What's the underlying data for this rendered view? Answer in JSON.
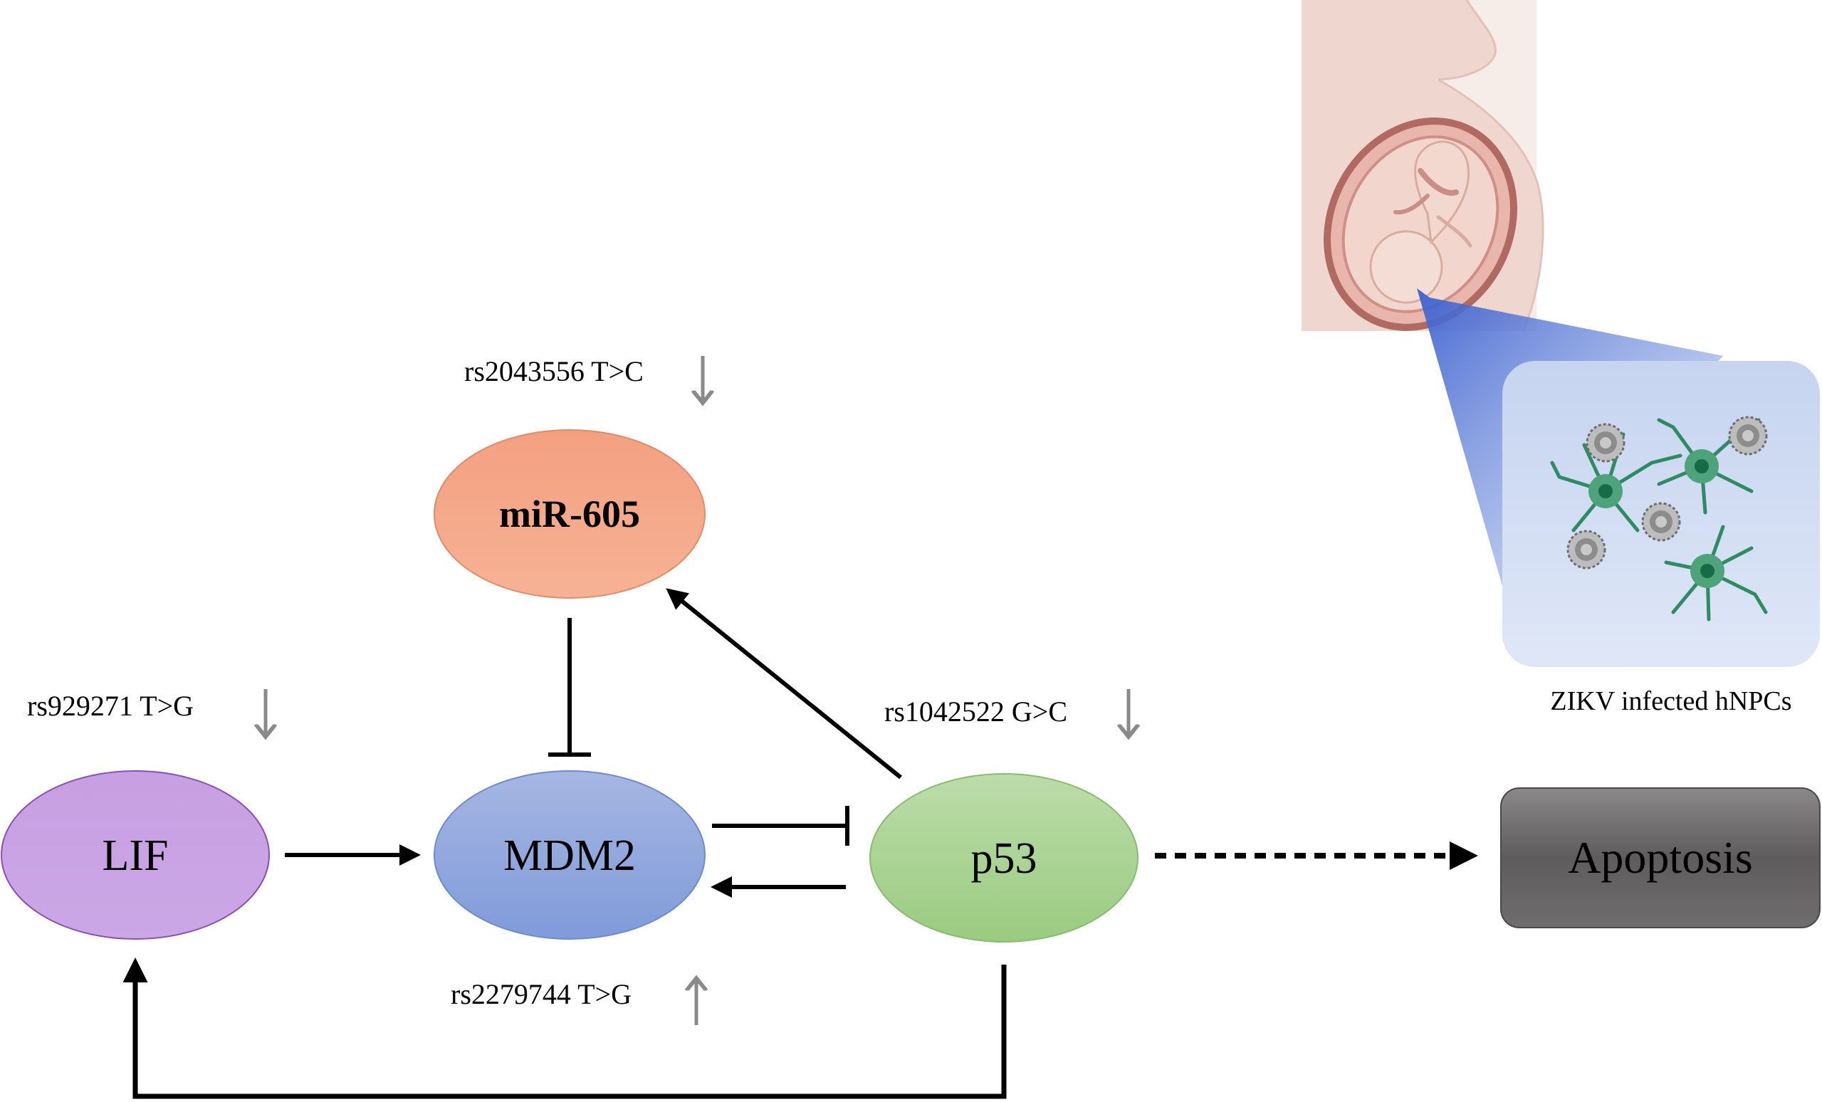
{
  "nodes": {
    "mir605": {
      "label": "miR-605"
    },
    "lif": {
      "label": "LIF"
    },
    "mdm2": {
      "label": "MDM2"
    },
    "p53": {
      "label": "p53"
    },
    "apoptosis": {
      "label": "Apoptosis"
    }
  },
  "snps": {
    "mir605": {
      "label": "rs2043556 T>C",
      "direction": "down"
    },
    "lif": {
      "label": "rs929271 T>G",
      "direction": "down"
    },
    "p53": {
      "label": "rs1042522 G>C",
      "direction": "down"
    },
    "mdm2": {
      "label": "rs2279744 T>G",
      "direction": "up"
    }
  },
  "inset": {
    "caption": "ZIKV infected hNPCs"
  },
  "colors": {
    "mir605_fill": "#f6a487",
    "lif_fill": "#c9a0e4",
    "mdm2_fill": "#8fa7dd",
    "p53_fill": "#a4d08c",
    "apoptosis_fill": "#6a6868",
    "snp_arrow": "#8a8a8a",
    "neuron": "#2e8b62",
    "virus": "#9c9c9c"
  }
}
